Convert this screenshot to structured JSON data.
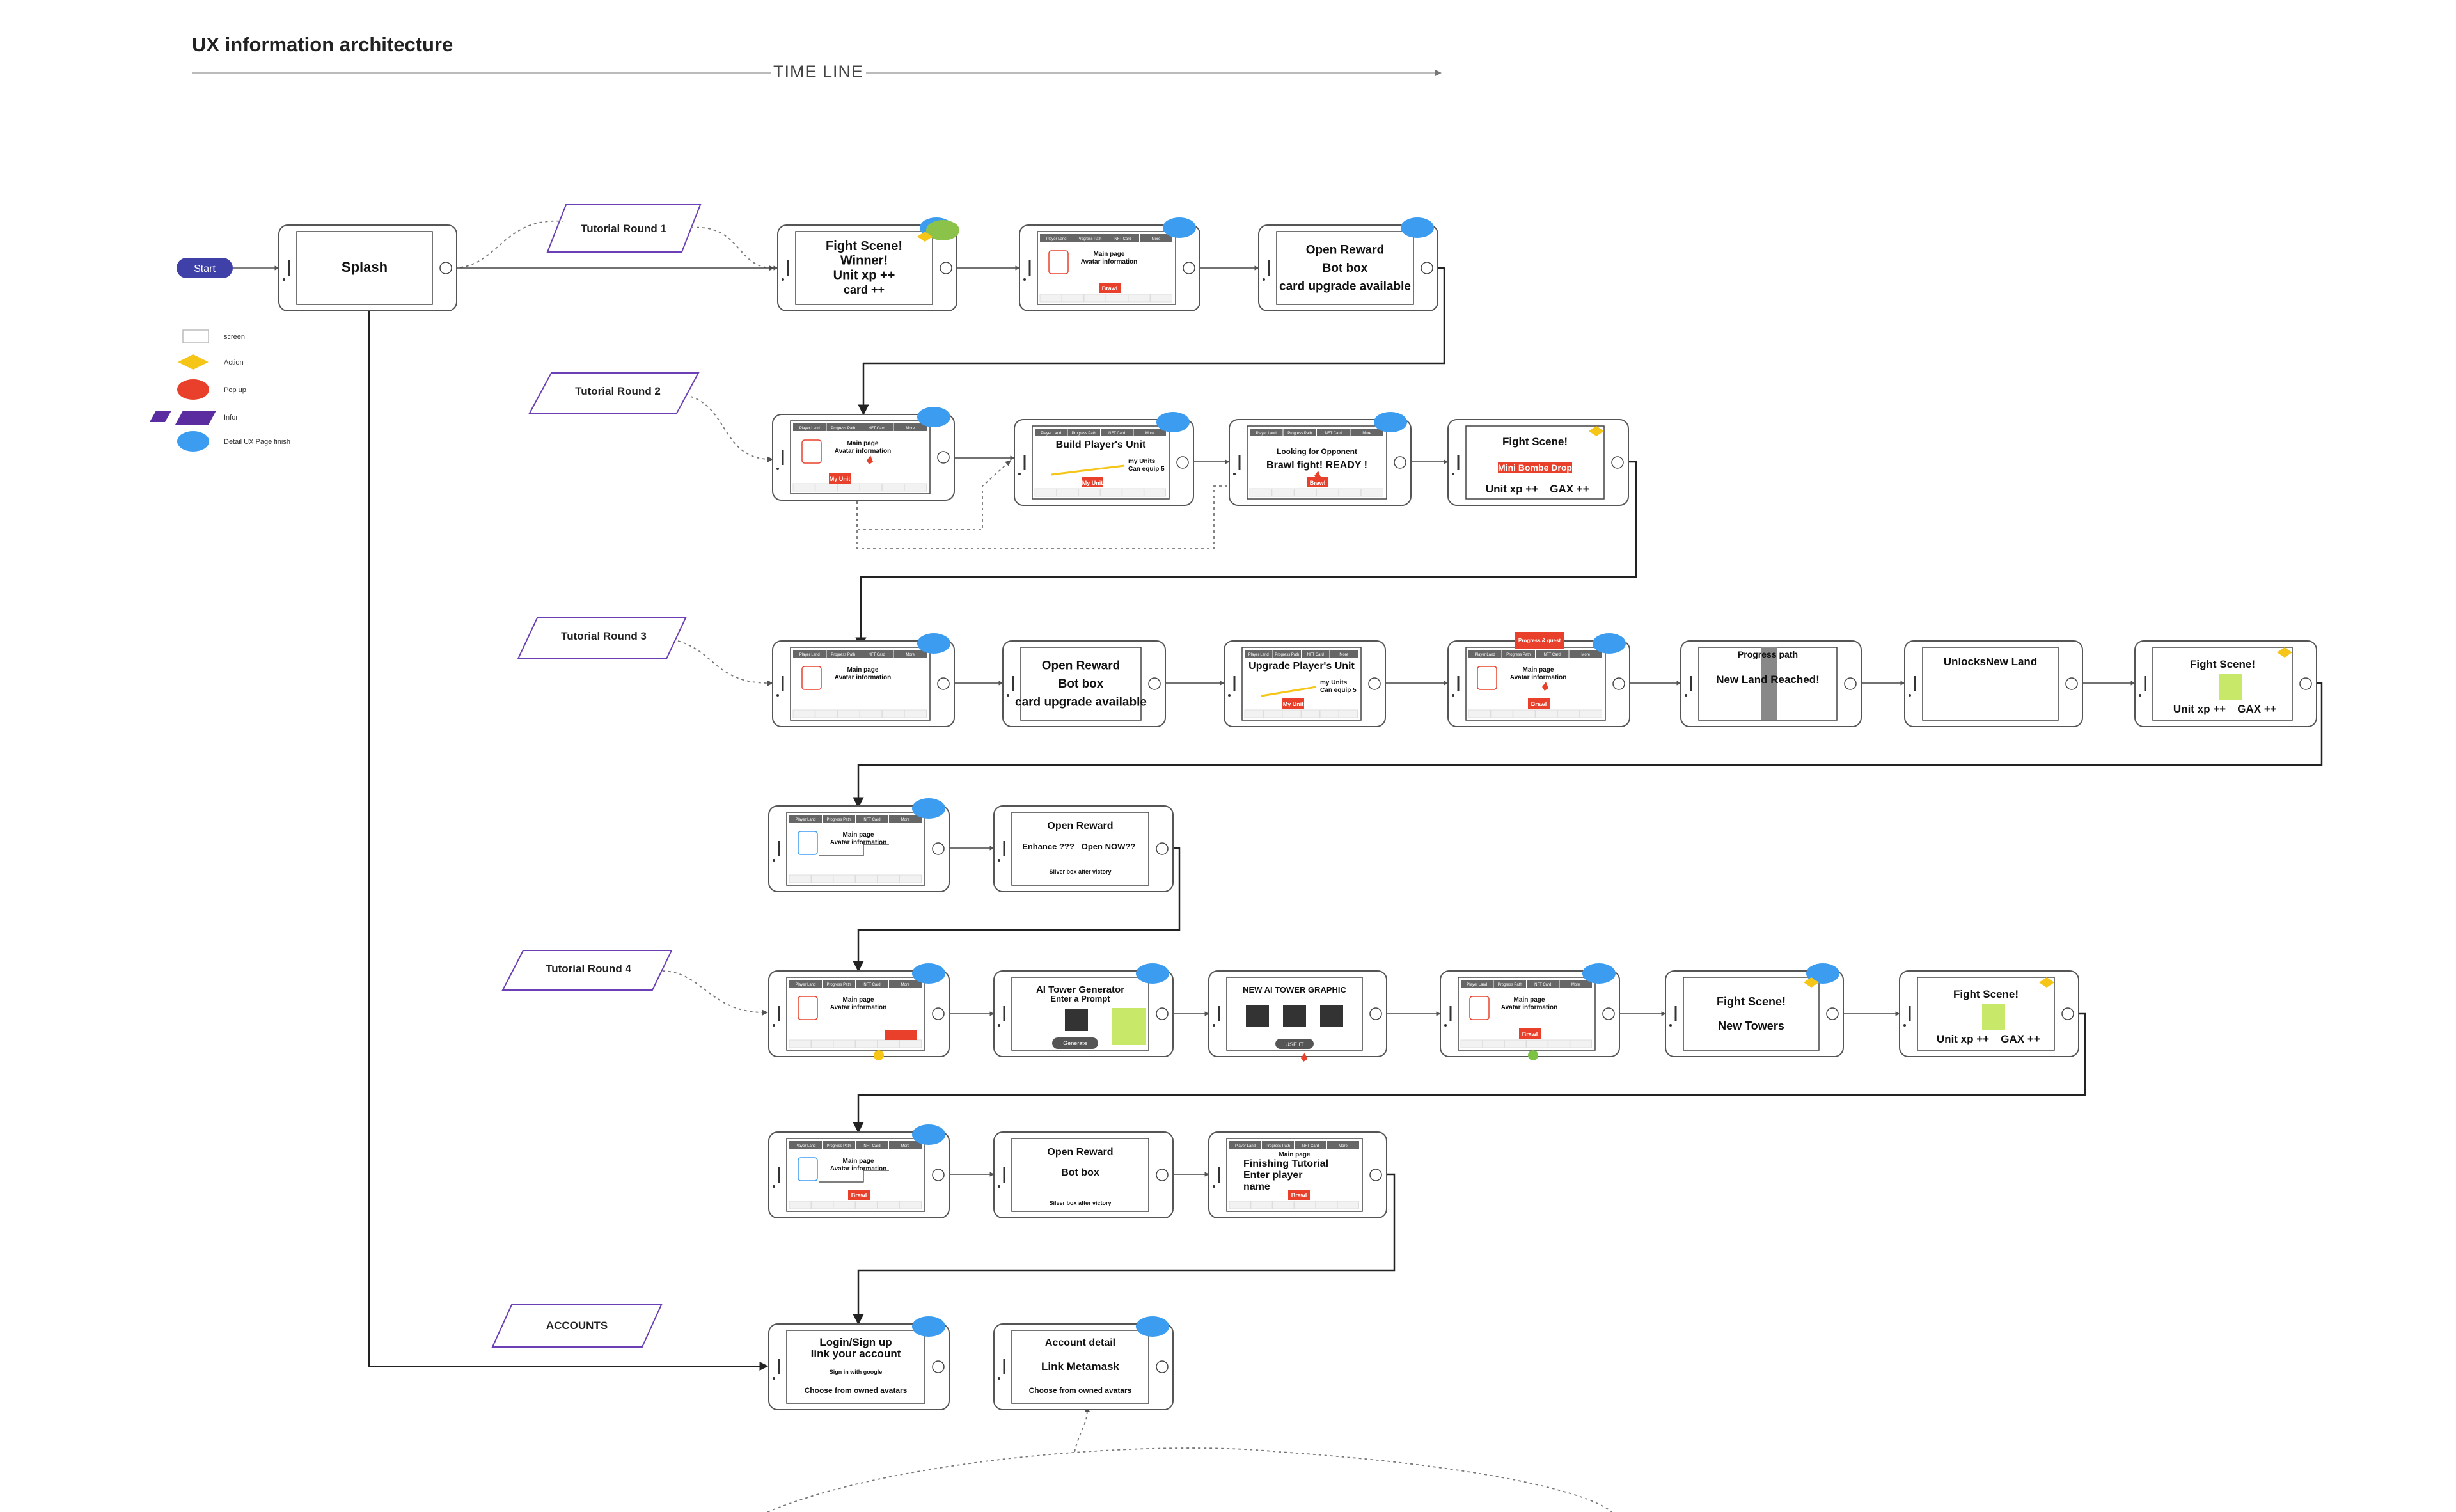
{
  "title": "UX information architecture",
  "timeline_label": "TIME LINE",
  "start_label": "Start",
  "legend": [
    {
      "shape": "screen",
      "label": "screen"
    },
    {
      "shape": "diamond",
      "label": "Action",
      "color": "#f5c518"
    },
    {
      "shape": "ellipse",
      "label": "Pop up",
      "color": "#e8402a"
    },
    {
      "shape": "parallelogram",
      "label": "Infor",
      "color": "#5a2ca0"
    },
    {
      "shape": "ellipse",
      "label": "Detail UX Page finish",
      "color": "#3b9cf0"
    }
  ],
  "rounds": [
    "Tutorial Round 1",
    "Tutorial Round 2",
    "Tutorial Round 3",
    "Tutorial Round 4",
    "ACCOUNTS"
  ],
  "nav_tabs": [
    "Player Land",
    "Progress Path",
    "NFT Card",
    "More"
  ],
  "screens": {
    "splash": [
      "Splash"
    ],
    "r1_fight": [
      "Fight Scene!",
      "Winner!",
      "Unit xp ++",
      "card ++"
    ],
    "r1_main": [
      "Main page",
      "Avatar information"
    ],
    "r1_reward": [
      "Open Reward",
      "Bot box",
      "card upgrade available"
    ],
    "r2_main": [
      "Main page",
      "Avatar information"
    ],
    "r2_build": [
      "Build Player's Unit",
      "my Units",
      "Can equip 5"
    ],
    "r2_looking": [
      "Looking for Opponent",
      "Brawl fight! READY !"
    ],
    "r2_fight": [
      "Fight Scene!",
      "Mini Bombe Drop",
      "Unit xp ++",
      "GAX ++"
    ],
    "r3_main": [
      "Main page",
      "Avatar information"
    ],
    "r3_reward": [
      "Open Reward",
      "Bot box",
      "card upgrade available"
    ],
    "r3_upgrade": [
      "Upgrade Player's Unit",
      "my Units",
      "Can equip 5"
    ],
    "r3_main2": [
      "Main page",
      "Avatar information",
      "Progress & quest"
    ],
    "r3_progress": [
      "Progress path",
      "New Land Reached!"
    ],
    "r3_unlocks": [
      "UnlocksNew Land"
    ],
    "r3_fight": [
      "Fight Scene!",
      "Unit xp ++",
      "GAX ++"
    ],
    "r3b_main": [
      "Main page",
      "Avatar information"
    ],
    "r3b_reward": [
      "Open Reward",
      "Enhance ???",
      "Open NOW??",
      "Silver box after victory"
    ],
    "r4_main": [
      "Main page",
      "Avatar information"
    ],
    "r4_ai": [
      "AI Tower Generator",
      "Enter a Prompt",
      "Generate"
    ],
    "r4_graphic": [
      "NEW AI TOWER GRAPHIC",
      "USE IT"
    ],
    "r4_main2": [
      "Main page",
      "Avatar information"
    ],
    "r4_fight": [
      "Fight Scene!",
      "New Towers"
    ],
    "r4_fight2": [
      "Fight Scene!",
      "Unit xp ++",
      "GAX ++"
    ],
    "r5_main": [
      "Main page",
      "Avatar information"
    ],
    "r5_reward": [
      "Open Reward",
      "Bot box",
      "Silver box after victory"
    ],
    "r5_finish": [
      "Main page",
      "Finishing Tutorial",
      "Enter player",
      "name"
    ],
    "acc_login": [
      "Login/Sign up",
      "link your account",
      "Sign in with google",
      "Choose from owned avatars"
    ],
    "acc_detail": [
      "Account detail",
      "Link Metamask",
      "Choose from owned avatars"
    ]
  },
  "buttons": {
    "brawl": "Brawl",
    "my_unit": "My Unit"
  },
  "colors": {
    "accent_blue": "#3b9cf0",
    "action_yellow": "#f5c518",
    "popup_red": "#e8402a",
    "info_purple": "#5a2ca0",
    "start_navy": "#3f41a8",
    "button_red": "#e8402a",
    "note_green": "#c8e86a"
  }
}
